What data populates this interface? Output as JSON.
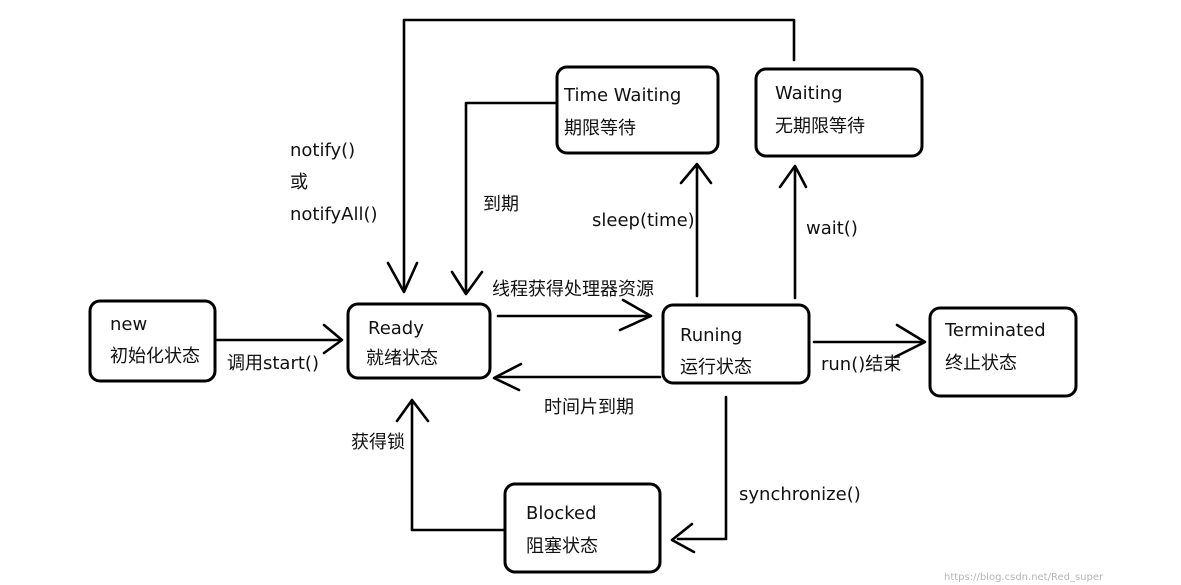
{
  "states": {
    "new": {
      "title": "new",
      "subtitle": "初始化状态"
    },
    "ready": {
      "title": "Ready",
      "subtitle": "就绪状态"
    },
    "running": {
      "title": "Runing",
      "subtitle": "运行状态"
    },
    "terminated": {
      "title": "Terminated",
      "subtitle": "终止状态"
    },
    "time_waiting": {
      "title": "Time Waiting",
      "subtitle": "期限等待"
    },
    "waiting": {
      "title": "Waiting",
      "subtitle": "无期限等待"
    },
    "blocked": {
      "title": "Blocked",
      "subtitle": "阻塞状态"
    }
  },
  "transitions": {
    "start": "调用start()",
    "get_cpu": "线程获得处理器资源",
    "time_slice": "时间片到期",
    "run_end": "run()结束",
    "sleep": "sleep(time)",
    "wait": "wait()",
    "expire": "到期",
    "notify_1": "notify()",
    "notify_or": "或",
    "notify_2": "notifyAll()",
    "synchronize": "synchronize()",
    "get_lock": "获得锁"
  },
  "watermark": "https://blog.csdn.net/Red_super"
}
